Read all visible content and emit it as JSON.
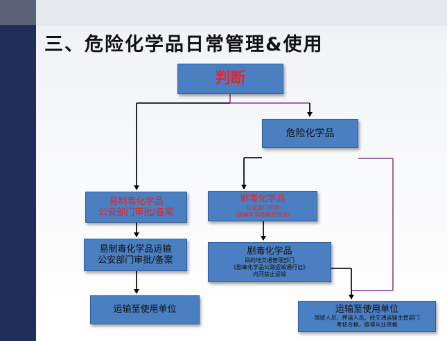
{
  "title": "三、危险化学品日常管理&使用",
  "nodes": {
    "judge": {
      "label": "判断"
    },
    "hazardous": {
      "label": "危险化学品"
    },
    "precursor": {
      "line1": "易制毒化学品",
      "line2": "公安部门审批/备案"
    },
    "precursor_transport": {
      "line1": "易制毒化学品运输",
      "line2": "公安部门审批/备案"
    },
    "precursor_end": {
      "label": "运输至使用单位"
    },
    "toxic": {
      "line1": "剧毒化学品",
      "line2": "公安部门许可",
      "line3": "《剧毒化学品购买凭证》"
    },
    "toxic_transport": {
      "line1": "剧毒化学品",
      "line2": "目的地交通管理部门",
      "line3": "《剧毒化学品公路运输通行证》",
      "line4": "内河禁止运输"
    },
    "final_end": {
      "line1": "运输至使用单位",
      "line2": "驾驶人员、押运人员、经交通运输主管部门",
      "line3": "考核合格，取得从业资格"
    }
  },
  "colors": {
    "box_fill": "#4a7fc1",
    "red_text": "#e8232a",
    "purple_line": "#7a3a8a",
    "left_bar": "#1f2f5a"
  }
}
